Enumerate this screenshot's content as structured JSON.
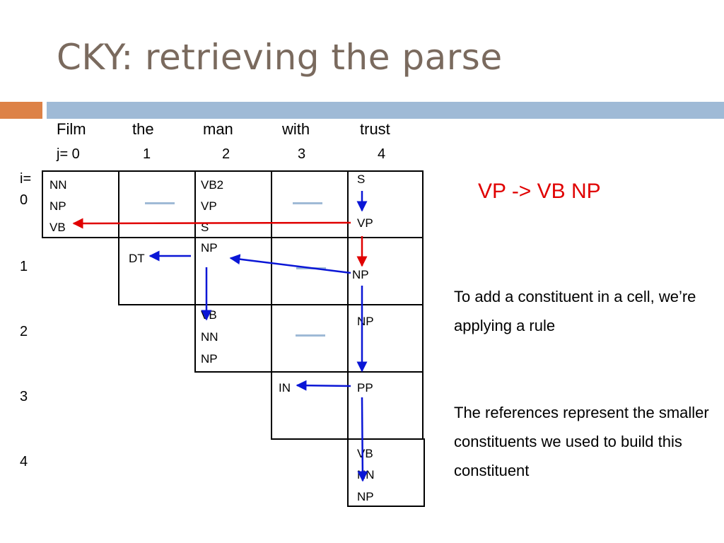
{
  "title": "CKY: retrieving the parse",
  "words": [
    "Film",
    "the",
    "man",
    "with",
    "trust"
  ],
  "j_labels": [
    "j= 0",
    "1",
    "2",
    "3",
    "4"
  ],
  "i_labels": [
    "i=",
    "0",
    "1",
    "2",
    "3",
    "4"
  ],
  "cells": {
    "c00": [
      "NN",
      "NP",
      "VB"
    ],
    "c02": [
      "VB2",
      "VP",
      "S",
      "NP"
    ],
    "c04": [
      "S",
      "VP"
    ],
    "c11": [
      "DT"
    ],
    "c14": [
      "NP"
    ],
    "c22": [
      "VB",
      "NN",
      "NP"
    ],
    "c24": [
      "NP"
    ],
    "c33": [
      "IN"
    ],
    "c34": [
      "PP"
    ],
    "c44": [
      "VB",
      "NN",
      "NP"
    ]
  },
  "rule": "VP -> VB NP",
  "text1": "To add a constituent in a cell, we’re applying a rule",
  "text2": "The references represent the smaller constituents we used to build this constituent",
  "colors": {
    "title": "#7a6a5e",
    "accent_orange": "#dd8247",
    "accent_blue": "#9fbad6",
    "arrow_red": "#e00000",
    "arrow_blue": "#0a16d6"
  }
}
